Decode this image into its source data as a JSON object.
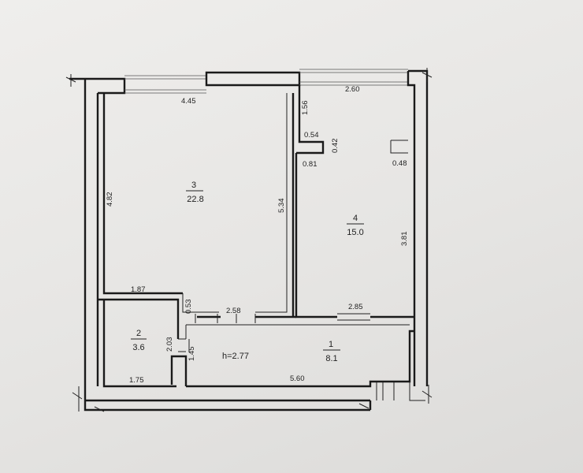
{
  "rooms": [
    {
      "number": "1",
      "area": "8.1"
    },
    {
      "number": "2",
      "area": "3.6"
    },
    {
      "number": "3",
      "area": "22.8"
    },
    {
      "number": "4",
      "area": "15.0"
    }
  ],
  "ceiling_height": "h=2.77",
  "dimensions": {
    "top_left_width": "4.45",
    "top_right_width": "2.60",
    "room3_left_height": "4.82",
    "room3_right_height": "5.34",
    "niche_height_top": "1.56",
    "niche_width": "0.54",
    "niche_depth": "0.42",
    "room4_left_width": "0.81",
    "room4_right_jog": "0.48",
    "room4_height": "3.81",
    "room2_top_width": "1.87",
    "room2_top_jog": "0.53",
    "corridor_wall_left": "2.58",
    "corridor_wall_right": "2.85",
    "room2_height": "2.03",
    "bath_door_height": "1.45",
    "room2_bottom_width": "1.75",
    "corridor_bottom_width": "5.60"
  }
}
